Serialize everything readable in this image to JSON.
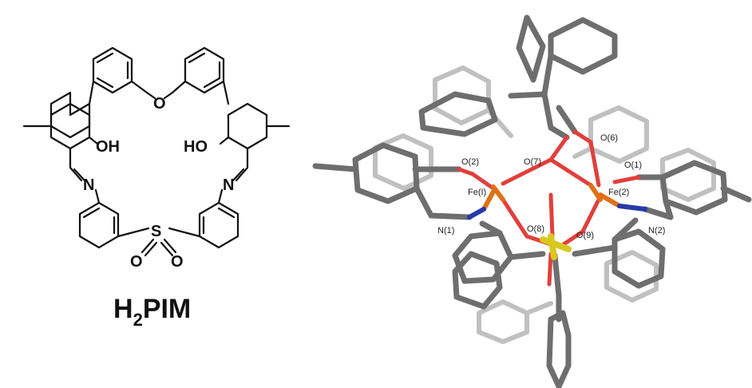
{
  "left_structure": {
    "compound_main": "H",
    "compound_subscript": "2",
    "compound_tail": "PIM",
    "atoms": {
      "oxygen_ether": "O",
      "hydroxyl_left": "OH",
      "hydroxyl_right": "HO",
      "nitrogen_left": "N",
      "nitrogen_right": "N",
      "sulfur": "S",
      "oxo_left": "O",
      "oxo_right": "O"
    }
  },
  "right_structure": {
    "labels": {
      "o2": "O(2)",
      "o7": "O(7)",
      "o6": "O(6)",
      "o1": "O(1)",
      "fe1": "Fe(I)",
      "fe2": "Fe(2)",
      "n1": "N(1)",
      "n2": "N(2)",
      "o8": "O(8)",
      "o9": "O(9)"
    },
    "colors": {
      "carbon": "#6e6e6e",
      "carbon_light": "#b4b4b4",
      "oxygen": "#e0403c",
      "iron": "#e07018",
      "nitrogen": "#2838a8",
      "sulfur": "#d8c820"
    }
  }
}
